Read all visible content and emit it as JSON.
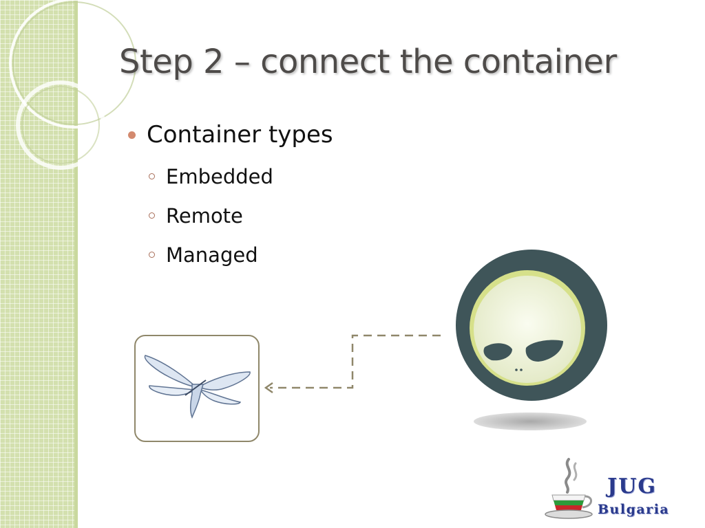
{
  "slide": {
    "title": "Step 2 – connect the container",
    "bullets": [
      {
        "text": "Container types",
        "children": [
          "Embedded",
          "Remote",
          "Managed"
        ]
      }
    ]
  },
  "logos": {
    "left_logo_icon": "wildfly-dragonfly-icon",
    "right_logo_icon": "arquillian-alien-icon",
    "footer": {
      "icon": "java-coffee-cup-icon",
      "line1": "JUG",
      "line2": "Bulgaria"
    }
  },
  "colors": {
    "title": "#4e4b49",
    "bullet_accent": "#d38a6f",
    "side_strip": "#d3e0ae",
    "box_border": "#8f876a",
    "connector": "#8f876a",
    "alien_ring": "#3f5559",
    "alien_face": "#f1f4df",
    "jug_text": "#2a3a8c"
  }
}
